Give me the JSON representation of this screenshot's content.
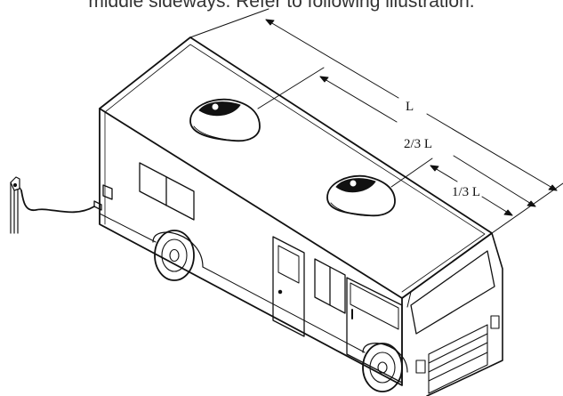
{
  "header_text": "middle sideways. Refer to following illustration.",
  "dimensions": {
    "full_length": "L",
    "two_thirds_length": "2/3 L",
    "one_third_length": "1/3 L"
  },
  "colors": {
    "line": "#111111",
    "text": "#333333",
    "background": "#ffffff"
  }
}
